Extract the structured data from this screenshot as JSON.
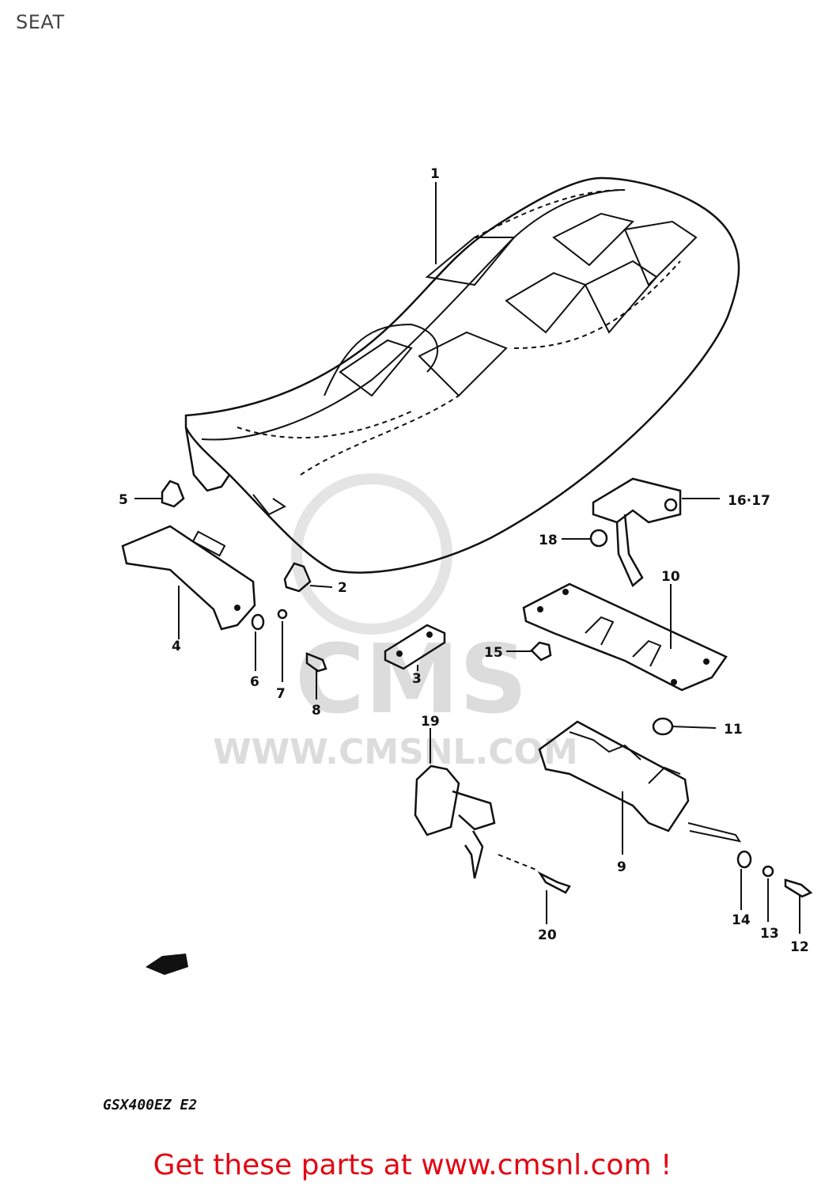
{
  "header": {
    "title": "SEAT"
  },
  "watermark": {
    "logo_text": "CMS",
    "url_text": "WWW.CMSNL.COM"
  },
  "diagram": {
    "model_code": "GSX400EZ E2",
    "callouts": [
      {
        "id": "c1",
        "label": "1"
      },
      {
        "id": "c2",
        "label": "2"
      },
      {
        "id": "c3",
        "label": "3"
      },
      {
        "id": "c4",
        "label": "4"
      },
      {
        "id": "c5",
        "label": "5"
      },
      {
        "id": "c6",
        "label": "6"
      },
      {
        "id": "c7",
        "label": "7"
      },
      {
        "id": "c8",
        "label": "8"
      },
      {
        "id": "c9",
        "label": "9"
      },
      {
        "id": "c10",
        "label": "10"
      },
      {
        "id": "c11",
        "label": "11"
      },
      {
        "id": "c12",
        "label": "12"
      },
      {
        "id": "c13",
        "label": "13"
      },
      {
        "id": "c14",
        "label": "14"
      },
      {
        "id": "c15",
        "label": "15"
      },
      {
        "id": "c1617",
        "label": "16·17"
      },
      {
        "id": "c18",
        "label": "18"
      },
      {
        "id": "c19",
        "label": "19"
      },
      {
        "id": "c20",
        "label": "20"
      }
    ]
  },
  "footer": {
    "promo_text": "Get these parts at www.cmsnl.com !"
  }
}
